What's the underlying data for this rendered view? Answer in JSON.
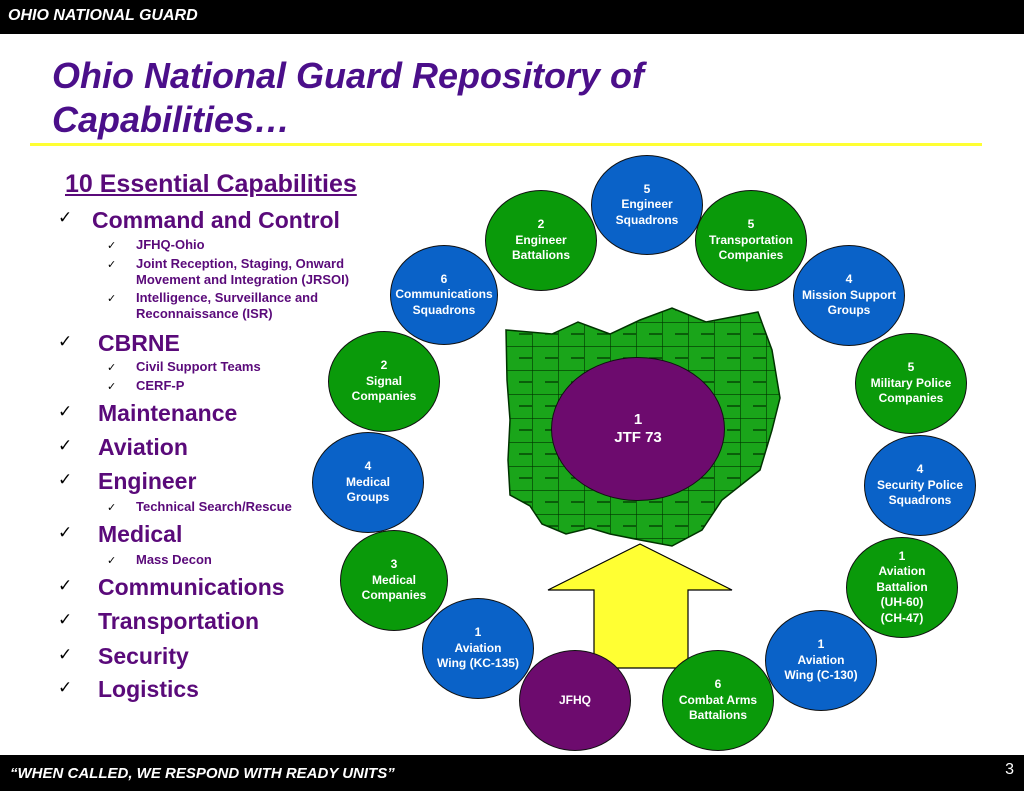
{
  "header": {
    "org": "OHIO NATIONAL GUARD"
  },
  "title": {
    "line1": "Ohio National Guard Repository of",
    "line2": "Capabilities…"
  },
  "capabilities": {
    "heading": "10 Essential Capabilities",
    "items": [
      {
        "label": "Command and Control",
        "subs": [
          "JFHQ-Ohio",
          "Joint Reception, Staging, Onward Movement and Integration (JRSOI)",
          "Intelligence, Surveillance and Reconnaissance (ISR)"
        ]
      },
      {
        "label": "CBRNE",
        "subs": [
          "Civil Support Teams",
          "CERF-P"
        ]
      },
      {
        "label": "Maintenance",
        "subs": []
      },
      {
        "label": "Aviation",
        "subs": []
      },
      {
        "label": "Engineer",
        "subs": [
          "Technical Search/Rescue"
        ]
      },
      {
        "label": "Medical",
        "subs": [
          "Mass Decon"
        ]
      },
      {
        "label": "Communications",
        "subs": []
      },
      {
        "label": "Transportation",
        "subs": []
      },
      {
        "label": "Security",
        "subs": []
      },
      {
        "label": "Logistics",
        "subs": []
      }
    ]
  },
  "units": [
    {
      "text": "5\nEngineer\nSquadrons",
      "color": "blue"
    },
    {
      "text": "2\nEngineer\nBattalions",
      "color": "green"
    },
    {
      "text": "5\nTransportation\nCompanies",
      "color": "green"
    },
    {
      "text": "6\nCommunications\nSquadrons",
      "color": "blue"
    },
    {
      "text": "4\nMission Support\nGroups",
      "color": "blue"
    },
    {
      "text": "2\nSignal\nCompanies",
      "color": "green"
    },
    {
      "text": "5\nMilitary Police\nCompanies",
      "color": "green"
    },
    {
      "text": "4\nMedical\nGroups",
      "color": "blue"
    },
    {
      "text": "4\nSecurity Police\nSquadrons",
      "color": "blue"
    },
    {
      "text": "3\nMedical\nCompanies",
      "color": "green"
    },
    {
      "text": "1\nAviation\nBattalion\n(UH-60)\n(CH-47)",
      "color": "green"
    },
    {
      "text": "1\nAviation\nWing (KC-135)",
      "color": "blue"
    },
    {
      "text": "1\nAviation\nWing (C-130)",
      "color": "blue"
    },
    {
      "text": "JFHQ",
      "color": "purple"
    },
    {
      "text": "6\nCombat Arms\nBattalions",
      "color": "green"
    }
  ],
  "center": {
    "text": "1\nJTF 73"
  },
  "colors": {
    "green": "#0a9a0a",
    "blue": "#0a62c8",
    "purple": "#6d0b6e",
    "map_green": "#1aa51a",
    "arrow": "#ffff33",
    "title": "#4b0f8a"
  },
  "footer": {
    "slogan": "“WHEN CALLED, WE RESPOND WITH READY UNITS”",
    "page": "3"
  }
}
